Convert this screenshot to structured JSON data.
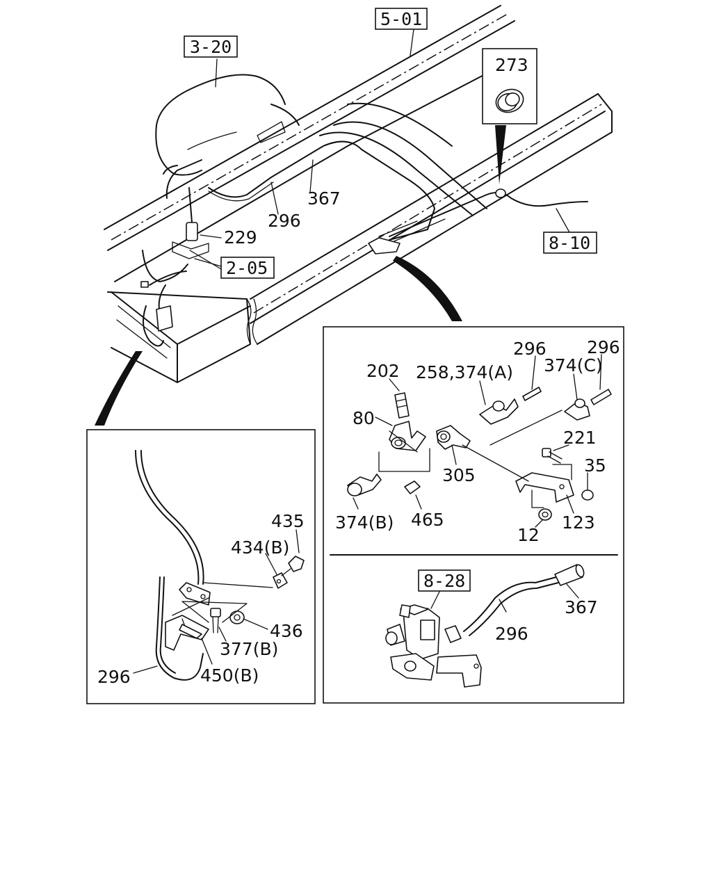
{
  "refs": {
    "r320": "3-20",
    "r501": "5-01",
    "r205": "2-05",
    "r810": "8-10",
    "r828": "8-28"
  },
  "main": {
    "p273": "273",
    "p229": "229",
    "p296": "296",
    "p367": "367"
  },
  "left_detail": {
    "p435": "435",
    "p434b": "434(B)",
    "p436": "436",
    "p377b": "377(B)",
    "p450b": "450(B)",
    "p296": "296"
  },
  "right_top_detail": {
    "p202": "202",
    "p258_374a": "258,374(A)",
    "p296a": "296",
    "p296b": "296",
    "p374c": "374(C)",
    "p80": "80",
    "p221": "221",
    "p35": "35",
    "p305": "305",
    "p374b": "374(B)",
    "p465": "465",
    "p12": "12",
    "p123": "123"
  },
  "right_bottom_detail": {
    "p296": "296",
    "p367": "367"
  }
}
